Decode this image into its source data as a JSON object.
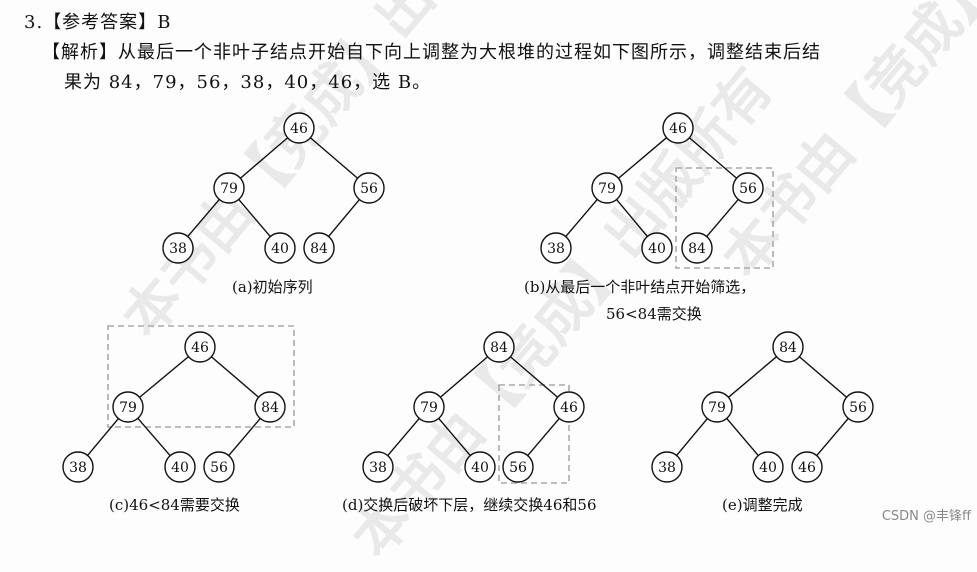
{
  "watermark": {
    "text": "本书由【竞成】出版所有"
  },
  "question": {
    "number": "3.",
    "answer_tag": "【参考答案】",
    "answer": "B",
    "explain_tag": "【解析】",
    "explain_line1": "从最后一个非叶子结点开始自下向上调整为大根堆的过程如下图所示，调整结束后结",
    "explain_line2": "果为 84，79，56，38，40，46，选 B。"
  },
  "diagrams": [
    {
      "caption": "(a)初始序列",
      "nodes": [
        "46",
        "79",
        "56",
        "38",
        "40",
        "84"
      ]
    },
    {
      "caption": "(b)从最后一个非叶结点开始筛选，",
      "caption2": "56<84需交换",
      "nodes": [
        "46",
        "79",
        "56",
        "38",
        "40",
        "84"
      ]
    },
    {
      "caption": "(c)46<84需要交换",
      "nodes": [
        "46",
        "79",
        "84",
        "38",
        "40",
        "56"
      ]
    },
    {
      "caption": "(d)交换后破坏下层，继续交换46和56",
      "nodes": [
        "84",
        "79",
        "46",
        "38",
        "40",
        "56"
      ]
    },
    {
      "caption": "(e)调整完成",
      "nodes": [
        "84",
        "79",
        "56",
        "38",
        "40",
        "46"
      ]
    }
  ],
  "credit": "CSDN @丰锋ff"
}
